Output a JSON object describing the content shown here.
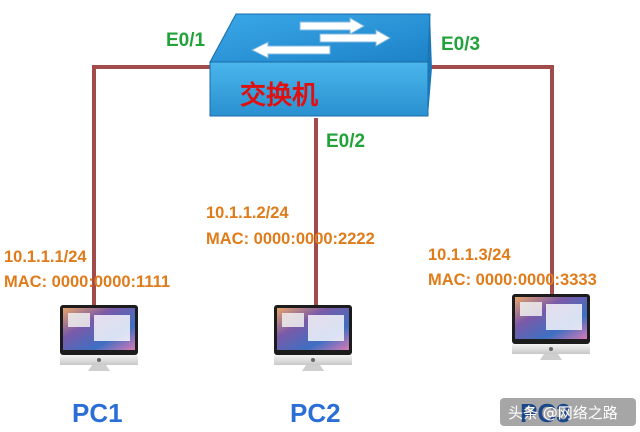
{
  "switch": {
    "label": "交换机",
    "colors": {
      "top": "#1e90d8",
      "front": "#34a8e6",
      "side": "#1a78b8",
      "arrow": "#ffffff"
    }
  },
  "ports": {
    "e01": "E0/1",
    "e02": "E0/2",
    "e03": "E0/3"
  },
  "hosts": [
    {
      "name": "PC1",
      "ip": "10.1.1.1/24",
      "mac": "MAC: 0000:0000:1111"
    },
    {
      "name": "PC2",
      "ip": "10.1.1.2/24",
      "mac": "MAC: 0000:0000:2222"
    },
    {
      "name": "PC3",
      "ip": "10.1.1.3/24",
      "mac": "MAC: 0000:0000:3333"
    }
  ],
  "watermark": "头条 @网络之路",
  "colors": {
    "cable": "#a24b4b",
    "port_text": "#22a33a",
    "address_text": "#e07b1a",
    "pc_text": "#2b6fd6",
    "switch_text": "#e01010"
  }
}
